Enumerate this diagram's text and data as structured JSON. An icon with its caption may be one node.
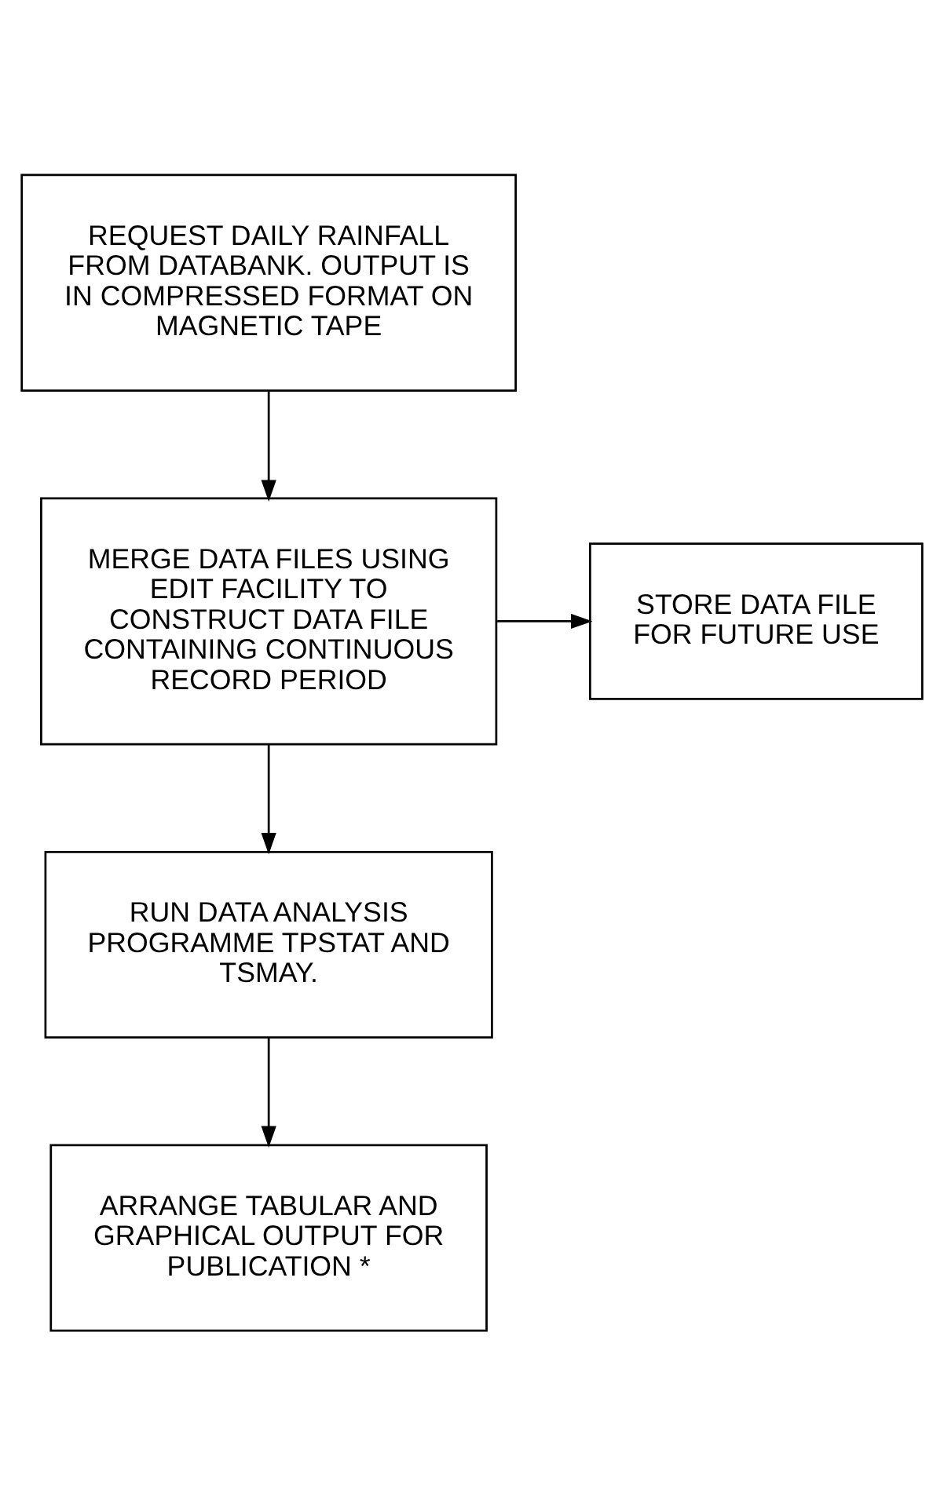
{
  "diagram": {
    "nodes": [
      {
        "text": [
          "REQUEST DAILY RAINFALL FROM DATABANK. OUTPUT IS IN COMPRESSED FORMAT ON MAGNETIC TAPE"
        ]
      },
      {
        "text": [
          "MERGE DATA FILES USING EDIT FACILITY TO CONSTRUCT DATA FILE CONTAINING CONTINUOUS RECORD PERIOD"
        ]
      },
      {
        "text": [
          "STORE DATA FILE FOR FUTURE USE"
        ]
      },
      {
        "text": [
          "RUN DATA ANALYSIS PROGRAMME TPSTAT AND TSMAY."
        ]
      },
      {
        "text": [
          "ARRANGE TABULAR AND GRAPHICAL OUTPUT FOR PUBLICATION *"
        ]
      }
    ],
    "edges": [
      {
        "from": 0,
        "to": 1,
        "arrow": "to"
      },
      {
        "from": 1,
        "to": 2,
        "arrow": "to"
      },
      {
        "from": 1,
        "to": 3,
        "arrow": "to"
      },
      {
        "from": 3,
        "to": 4,
        "arrow": "to"
      }
    ]
  }
}
